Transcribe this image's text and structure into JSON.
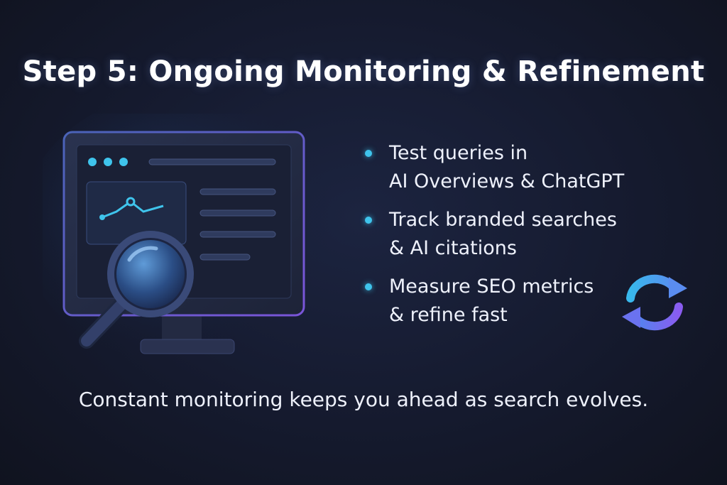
{
  "title": "Step 5: Ongoing Monitoring & Refinement",
  "bullets": [
    {
      "line1": "Test queries in",
      "line2": "AI Overviews & ChatGPT"
    },
    {
      "line1": "Track branded searches",
      "line2": "& AI citations"
    },
    {
      "line1": "Measure SEO metrics",
      "line2": "& refine fast"
    }
  ],
  "footer": "Constant monitoring keeps you ahead as search evolves.",
  "icons": {
    "illustration": "monitor-with-magnifier-icon",
    "refresh": "refresh-arrows-icon",
    "bullet": "bullet-dot-icon"
  },
  "colors": {
    "background": "#151a2e",
    "accent_cyan": "#3fc4ec",
    "accent_purple": "#8a5cf0"
  }
}
